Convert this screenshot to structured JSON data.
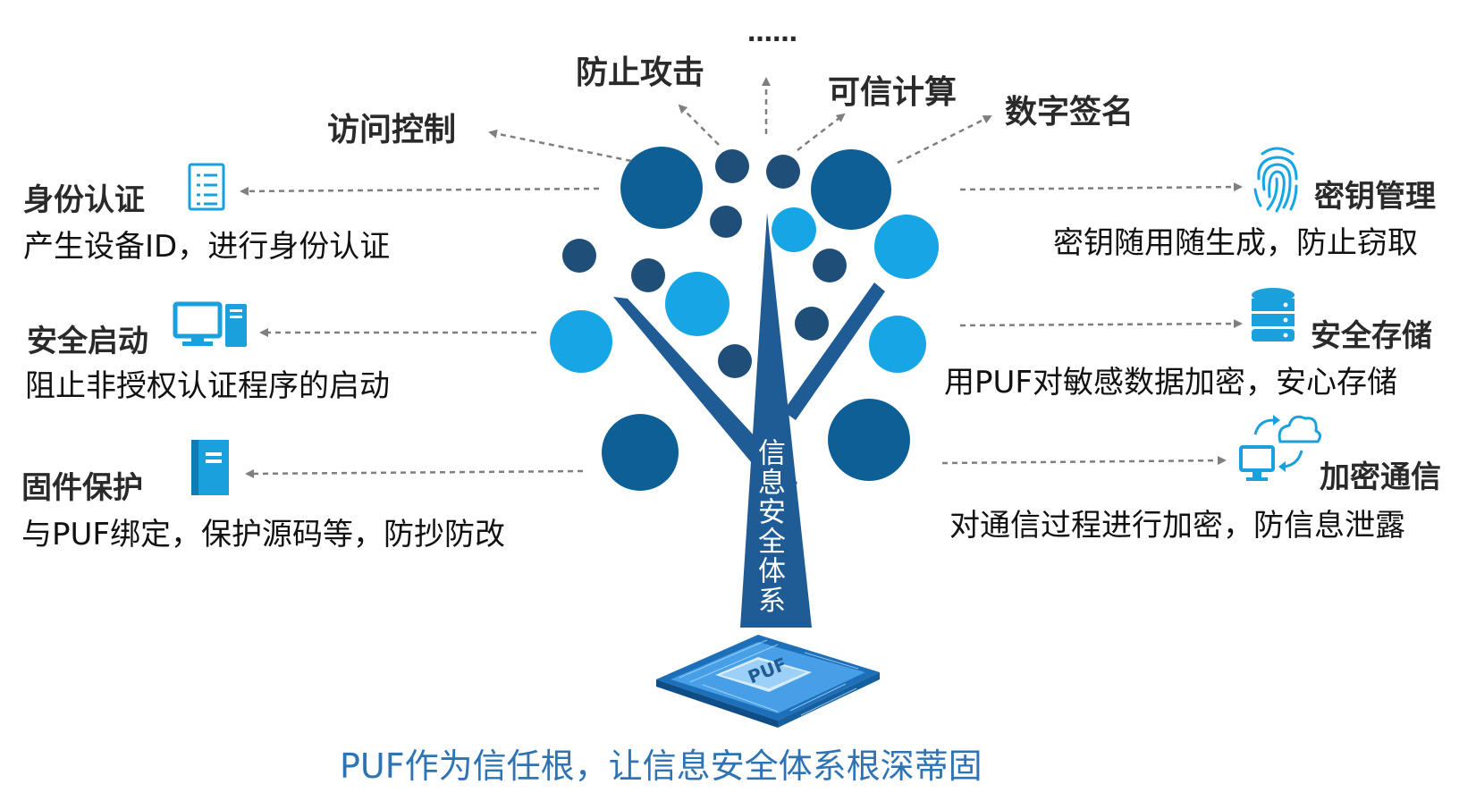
{
  "colors": {
    "dark_blue": "#1f4e79",
    "mid_blue": "#0e6aa3",
    "light_blue": "#16a6e6",
    "caption_blue": "#2e74b5",
    "arrow_gray": "#7f7f7f",
    "icon_blue": "#1aa0dc"
  },
  "top_labels": {
    "access_control": "访问控制",
    "prevent_attack": "防止攻击",
    "ellipsis": "……",
    "trusted_computing": "可信计算",
    "digital_signature": "数字签名"
  },
  "left": {
    "identity": {
      "title": "身份认证",
      "desc": "产生设备ID，进行身份认证",
      "icon": "document-list-icon"
    },
    "secure_boot": {
      "title": "安全启动",
      "desc": "阻止非授权认证程序的启动",
      "icon": "computer-icon"
    },
    "firmware": {
      "title": "固件保护",
      "desc": "与PUF绑定，保护源码等，防抄防改",
      "icon": "book-icon"
    }
  },
  "right": {
    "key_mgmt": {
      "title": "密钥管理",
      "desc": "密钥随用随生成，防止窃取",
      "icon": "fingerprint-icon"
    },
    "storage": {
      "title": "安全存储",
      "desc": "用PUF对敏感数据加密，安心存储",
      "icon": "database-icon"
    },
    "comm": {
      "title": "加密通信",
      "desc": "对通信过程进行加密，防信息泄露",
      "icon": "cloud-sync-icon"
    }
  },
  "trunk_label": "信息安全体系",
  "chip_label": "PUF",
  "caption": "PUF作为信任根，让信息安全体系根深蒂固"
}
